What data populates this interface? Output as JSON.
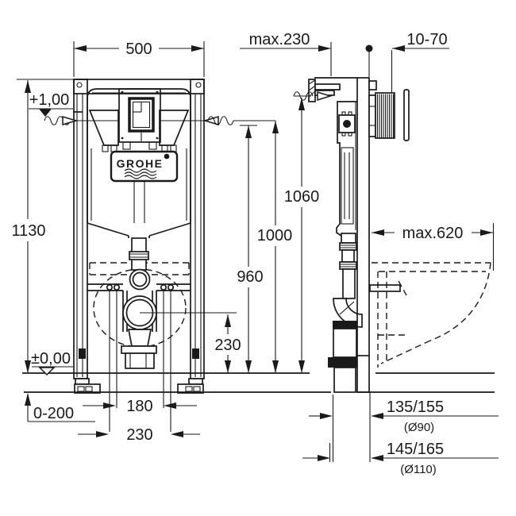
{
  "title": "GROHE concealed WC cistern frame - dimensional drawing",
  "brand": {
    "logo_text": "GROHE"
  },
  "dims": {
    "frame_width": "500",
    "frame_height": "1130",
    "datum_top": "+1,00",
    "datum_floor": "±0,00",
    "floor_adjust": "0-200",
    "bolt_spacing_inner": "180",
    "bolt_spacing_outer": "230",
    "drain_center_height": "230",
    "flush_center_height": "960",
    "plate_height": "1000",
    "bracket_height": "1060",
    "wall_offset_max": "max.230",
    "finish_thickness": "10-70",
    "bowl_depth_max": "max.620",
    "drain_offset_90": "135/155",
    "drain_dia_90": "(Ø90)",
    "drain_offset_110": "145/165",
    "drain_dia_110": "(Ø110)"
  }
}
